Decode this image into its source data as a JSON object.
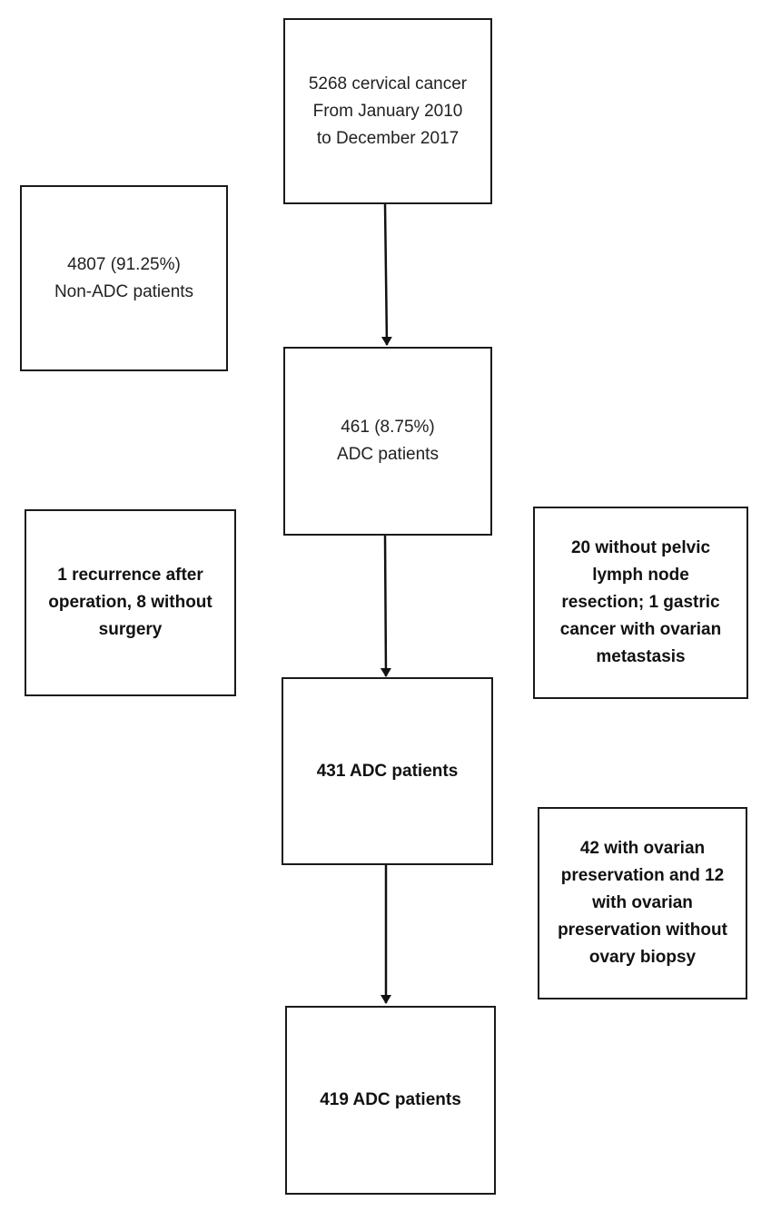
{
  "nodes": {
    "start": {
      "text": "5268 cervical cancer\nFrom January 2010\nto December 2017"
    },
    "non_adc": {
      "text": "4807 (91.25%)\nNon-ADC patients"
    },
    "adc_461": {
      "text": "461  (8.75%)\n ADC patients"
    },
    "excl_1": {
      "text": "1 recurrence after\noperation, 8 without\nsurgery"
    },
    "excl_2": {
      "text": "20 without pelvic\nlymph node\nresection; 1 gastric\ncancer with ovarian\nmetastasis"
    },
    "adc_431": {
      "text": "431 ADC patients"
    },
    "excl_3": {
      "text": "42 with ovarian\npreservation and 12\nwith ovarian\npreservation without\novary biopsy"
    },
    "adc_419": {
      "text": "419 ADC patients"
    }
  },
  "colors": {
    "border": "#1a1a1a",
    "arrow": "#111111"
  }
}
